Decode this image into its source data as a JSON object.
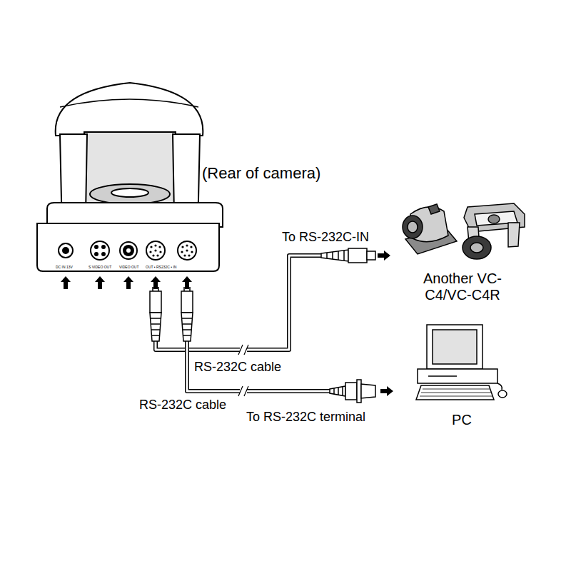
{
  "diagram": {
    "nodes": [
      {
        "text": [
          "(Rear of camera)"
        ]
      },
      {
        "text": [
          "Another VC-C4/VC-C4R"
        ]
      },
      {
        "text": [
          "PC"
        ]
      }
    ],
    "edges": [
      {
        "from": 0,
        "to": 1,
        "arrow": "to",
        "label": "RS-232C cable"
      },
      {
        "from": 0,
        "to": 2,
        "arrow": "to",
        "label": "RS-232C cable"
      }
    ],
    "labels": [
      "To RS-232C-IN",
      "To RS-232C terminal",
      "DC IN 13V",
      "S VIDEO OUT",
      "VIDEO OUT",
      "OUT • RS232C • IN"
    ]
  }
}
